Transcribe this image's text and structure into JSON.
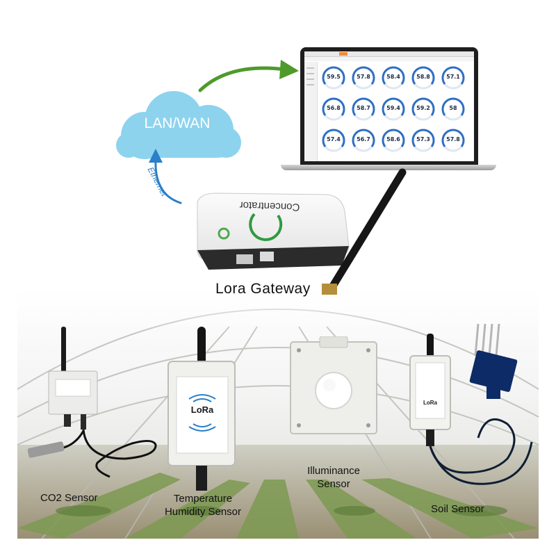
{
  "cloud": {
    "label": "LAN/WAN"
  },
  "ethernet": {
    "label": "Ethernet"
  },
  "gateway": {
    "device_text": "Concentrator",
    "label": "Lora Gateway"
  },
  "dashboard": {
    "values": [
      "59.5",
      "57.8",
      "58.4",
      "58.8",
      "57.1",
      "56.8",
      "58.7",
      "59.4",
      "59.2",
      "58",
      "57.4",
      "56.7",
      "58.6",
      "57.3",
      "57.8"
    ]
  },
  "sensors": {
    "co2": {
      "label": "CO2 Sensor"
    },
    "temp_humidity": {
      "label_line1": "Temperature",
      "label_line2": "Humidity Sensor",
      "lora_text": "LoRa"
    },
    "illuminance": {
      "label_line1": "Illuminance",
      "label_line2": "Sensor"
    },
    "soil": {
      "label": "Soil Sensor",
      "lora_text": "LoRa"
    }
  },
  "colors": {
    "cloud": "#8dd3ee",
    "arrow_green": "#4e9a2b",
    "arrow_blue": "#2a7fc9",
    "gauge_blue": "#2f6fc4"
  }
}
